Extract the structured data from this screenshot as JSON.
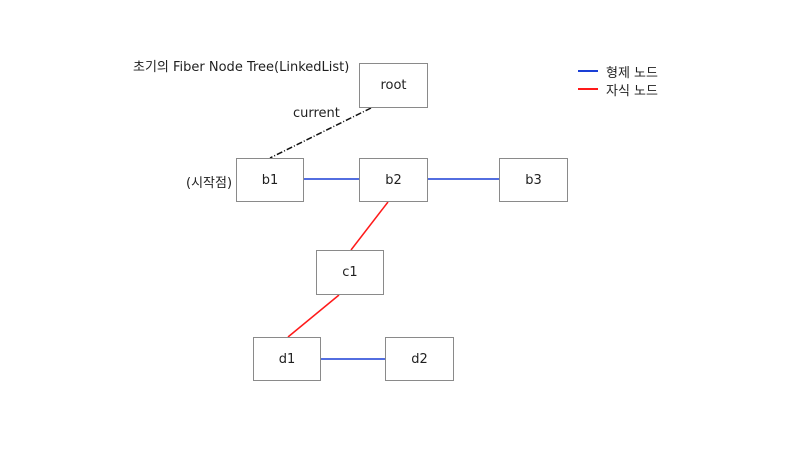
{
  "title": "초기의 Fiber Node Tree(LinkedList)",
  "nodes": {
    "root": "root",
    "b1": "b1",
    "b2": "b2",
    "b3": "b3",
    "c1": "c1",
    "d1": "d1",
    "d2": "d2"
  },
  "labels": {
    "current": "current",
    "start": "(시작점)"
  },
  "legend": [
    {
      "label": "형제 노드",
      "color": "#1a3fd6"
    },
    {
      "label": "자식 노드",
      "color": "#ff1a1a"
    }
  ],
  "colors": {
    "sibling": "#1a3fd6",
    "child": "#ff1a1a",
    "current": "#111111"
  }
}
